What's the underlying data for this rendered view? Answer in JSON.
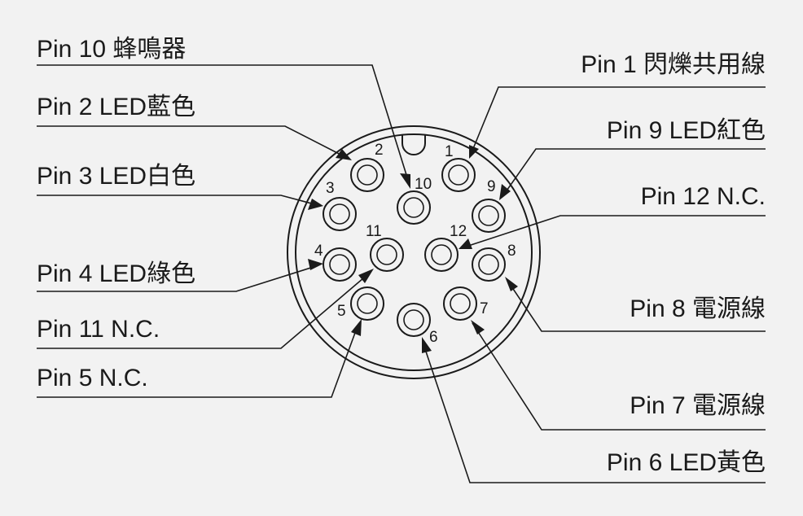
{
  "labels": {
    "pin10": "Pin 10 蜂鳴器",
    "pin2": "Pin 2 LED藍色",
    "pin3": "Pin 3 LED白色",
    "pin4": "Pin 4 LED綠色",
    "pin11": "Pin 11 N.C.",
    "pin5": "Pin 5 N.C.",
    "pin1": "Pin 1 閃爍共用線",
    "pin9": "Pin 9 LED紅色",
    "pin12": "Pin 12 N.C.",
    "pin8": "Pin 8 電源線",
    "pin7": "Pin 7 電源線",
    "pin6": "Pin 6 LED黃色"
  },
  "pin_numbers": {
    "p1": "1",
    "p2": "2",
    "p3": "3",
    "p4": "4",
    "p5": "5",
    "p6": "6",
    "p7": "7",
    "p8": "8",
    "p9": "9",
    "p10": "10",
    "p11": "11",
    "p12": "12"
  },
  "colors": {
    "ink": "#1a1a1a",
    "background": "#f2f2f2"
  }
}
